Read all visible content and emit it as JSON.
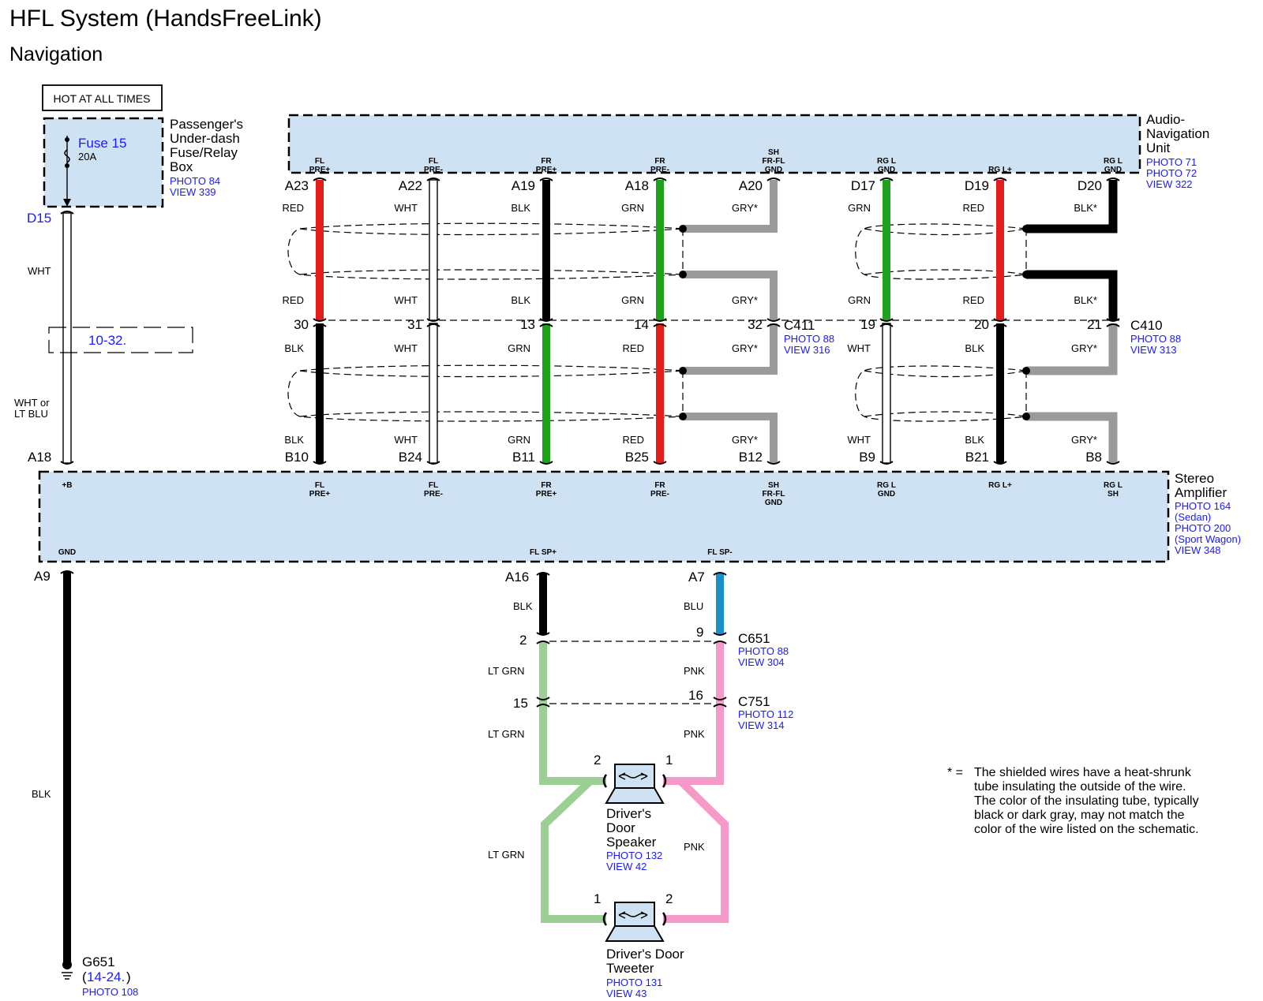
{
  "header": {
    "title": "HFL System (HandsFreeLink)",
    "subtitle": "Navigation"
  },
  "fuse_box": {
    "hot_label": "HOT AT ALL TIMES",
    "fuse_name": "Fuse 15",
    "fuse_rating": "20A",
    "name_lines": [
      "Passenger's",
      "Under-dash",
      "Fuse/Relay",
      "Box"
    ],
    "photo": "PHOTO 84",
    "view": "VIEW 339",
    "pin_out": "D15",
    "wire_color": "WHT"
  },
  "power_feed": {
    "ref": "10-32.",
    "wire_color_lines": [
      "WHT or",
      "LT BLU"
    ],
    "amp_pin": "A18"
  },
  "audio_unit": {
    "name_lines": [
      "Audio-",
      "Navigation",
      "Unit"
    ],
    "refs": [
      "PHOTO 71",
      "PHOTO 72",
      "VIEW 322"
    ]
  },
  "stereo_amp": {
    "name_lines": [
      "Stereo",
      "Amplifier"
    ],
    "refs": [
      "PHOTO 164",
      "(Sedan)",
      "PHOTO 200",
      "(Sport Wagon)",
      "VIEW 348"
    ],
    "b_plus": "+B",
    "gnd": "GND",
    "fl_sp_plus": "FL SP+",
    "fl_sp_minus": "FL SP-"
  },
  "connectors": {
    "c411": {
      "name": "C411",
      "photo": "PHOTO 88",
      "view": "VIEW 316"
    },
    "c410": {
      "name": "C410",
      "photo": "PHOTO 88",
      "view": "VIEW 313"
    },
    "c651": {
      "name": "C651",
      "photo": "PHOTO 88",
      "view": "VIEW 304"
    },
    "c751": {
      "name": "C751",
      "photo": "PHOTO 112",
      "view": "VIEW 314"
    }
  },
  "channels": [
    {
      "sig_top": [
        "FL",
        "PRE+"
      ],
      "pin_a": "A23",
      "color_top": "RED",
      "color_mid": "RED",
      "pin_c_top": "30",
      "pin_c_bot": "",
      "color_low": "BLK",
      "color_bot": "BLK",
      "pin_b": "B10",
      "sig_bot": [
        "FL",
        "PRE+"
      ],
      "upper_hex": "#e31c1c",
      "lower_hex": "#000000"
    },
    {
      "sig_top": [
        "FL",
        "PRE-"
      ],
      "pin_a": "A22",
      "color_top": "WHT",
      "color_mid": "WHT",
      "pin_c_top": "31",
      "pin_c_bot": "",
      "color_low": "WHT",
      "color_bot": "WHT",
      "pin_b": "B24",
      "sig_bot": [
        "FL",
        "PRE-"
      ],
      "upper_hex": "#ffffff",
      "lower_hex": "#ffffff"
    },
    {
      "sig_top": [
        "FR",
        "PRE+"
      ],
      "pin_a": "A19",
      "color_top": "BLK",
      "color_mid": "BLK",
      "pin_c_top": "13",
      "pin_c_bot": "",
      "color_low": "GRN",
      "color_bot": "GRN",
      "pin_b": "B11",
      "sig_bot": [
        "FR",
        "PRE+"
      ],
      "upper_hex": "#000000",
      "lower_hex": "#1fa31f"
    },
    {
      "sig_top": [
        "FR",
        "PRE-"
      ],
      "pin_a": "A18",
      "color_top": "GRN",
      "color_mid": "GRN",
      "pin_c_top": "14",
      "pin_c_bot": "",
      "color_low": "RED",
      "color_bot": "RED",
      "pin_b": "B25",
      "sig_bot": [
        "FR",
        "PRE-"
      ],
      "upper_hex": "#1fa31f",
      "lower_hex": "#e31c1c"
    },
    {
      "sig_top": [
        "SH",
        "FR-FL",
        "GND"
      ],
      "pin_a": "A20",
      "color_top": "GRY*",
      "color_mid": "GRY*",
      "pin_c_top": "32",
      "pin_c_bot": "",
      "color_low": "GRY*",
      "color_bot": "GRY*",
      "pin_b": "B12",
      "sig_bot": [
        "SH",
        "FR-FL",
        "GND"
      ],
      "upper_hex": "#9a9a9a",
      "lower_hex": "#9a9a9a"
    },
    {
      "sig_top": [
        "RG L",
        "GND"
      ],
      "pin_a": "D17",
      "color_top": "GRN",
      "color_mid": "GRN",
      "pin_c_top": "19",
      "pin_c_bot": "",
      "color_low": "WHT",
      "color_bot": "WHT",
      "pin_b": "B9",
      "sig_bot": [
        "RG L",
        "GND"
      ],
      "upper_hex": "#1fa31f",
      "lower_hex": "#ffffff"
    },
    {
      "sig_top": [
        "RG L+"
      ],
      "pin_a": "D19",
      "color_top": "RED",
      "color_mid": "RED",
      "pin_c_top": "20",
      "pin_c_bot": "",
      "color_low": "BLK",
      "color_bot": "BLK",
      "pin_b": "B21",
      "sig_bot": [
        "RG L+"
      ],
      "upper_hex": "#e31c1c",
      "lower_hex": "#000000"
    },
    {
      "sig_top": [
        "RG L",
        "GND"
      ],
      "pin_a": "D20",
      "color_top": "BLK*",
      "color_mid": "BLK*",
      "pin_c_top": "21",
      "pin_c_bot": "",
      "color_low": "GRY*",
      "color_bot": "GRY*",
      "pin_b": "B8",
      "sig_bot": [
        "RG L",
        "SH"
      ],
      "upper_hex": "#000000",
      "lower_hex": "#9a9a9a"
    }
  ],
  "speaker_circuit": {
    "plus_pin": "A16",
    "minus_pin": "A7",
    "plus_color_top": "BLK",
    "minus_color_top": "BLU",
    "c651_plus_pin": "2",
    "c651_minus_pin": "9",
    "plus_color_mid": "LT GRN",
    "minus_color_mid": "PNK",
    "c751_plus_pin": "15",
    "c751_minus_pin": "16",
    "plus_color_low": "LT GRN",
    "minus_color_low": "PNK",
    "speaker_left_pin": "2",
    "speaker_right_pin": "1",
    "tweeter_left_pin": "1",
    "tweeter_right_pin": "2",
    "plus_color_tweeter": "LT GRN",
    "minus_color_tweeter": "PNK",
    "speaker_name_lines": [
      "Driver's",
      "Door",
      "Speaker"
    ],
    "speaker_photo": "PHOTO 132",
    "speaker_view": "VIEW 42",
    "tweeter_name_lines": [
      "Driver's Door",
      "Tweeter"
    ],
    "tweeter_photo": "PHOTO 131",
    "tweeter_view": "VIEW 43",
    "colors": {
      "blk": "#000000",
      "blu": "#1a8fc9",
      "ltgrn": "#9ccf93",
      "pnk": "#f59ac8"
    }
  },
  "ground": {
    "amp_pin": "A9",
    "wire_color": "BLK",
    "name": "G651",
    "ref": "14-24.",
    "photo": "PHOTO 108"
  },
  "footnote": {
    "marker": "* =",
    "lines": [
      "The shielded wires have a heat-shrunk",
      "tube insulating the outside of the wire.",
      "The color of the insulating tube, typically",
      "black or dark gray, may not match the",
      "color of the wire listed on the schematic."
    ]
  },
  "colors": {
    "box_fill": "#cfe2f3",
    "ref_blue": "#1a1aff",
    "shield_gray": "#9a9a9a"
  }
}
